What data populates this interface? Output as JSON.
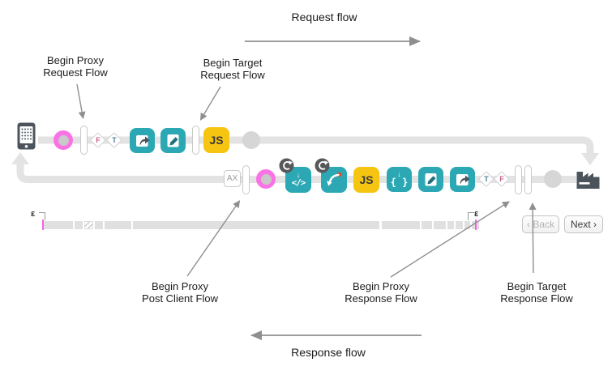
{
  "header": {
    "request_flow_label": "Request flow",
    "response_flow_label": "Response flow"
  },
  "annotations": {
    "proxy_request": {
      "line1": "Begin Proxy",
      "line2": "Request Flow"
    },
    "target_request": {
      "line1": "Begin Target",
      "line2": "Request Flow"
    },
    "post_client": {
      "line1": "Begin Proxy",
      "line2": "Post Client Flow"
    },
    "proxy_response": {
      "line1": "Begin Proxy",
      "line2": "Response Flow"
    },
    "target_response": {
      "line1": "Begin Target",
      "line2": "Response Flow"
    }
  },
  "nodes": {
    "js_label": "JS",
    "ax_label": "AX",
    "true_label": "T",
    "false_label": "F",
    "code_glyph": "</>",
    "braces_glyph": "{ }",
    "down_arrow_glyph": "↓",
    "request_row_sequence": [
      "client-device",
      "step-circle-pink",
      "flow-marker",
      "condition-false",
      "condition-true",
      "policy-callout",
      "policy-edit",
      "flow-marker",
      "policy-javascript",
      "step-circle-gray"
    ],
    "response_row_sequence": [
      "analytics-step",
      "flow-marker",
      "step-circle-pink",
      "policy-extract-xml",
      "policy-route",
      "policy-javascript",
      "policy-extract-json",
      "policy-edit",
      "policy-callout",
      "condition-true",
      "condition-false",
      "flow-marker",
      "flow-marker",
      "step-circle-gray",
      "backend-target"
    ]
  },
  "timeline": {
    "epsilon_left": "ε",
    "epsilon_right": "ε"
  },
  "pager": {
    "back_label": "‹ Back",
    "next_label": "Next ›"
  },
  "colors": {
    "teal": "#2ca8b5",
    "yellow": "#f5c511",
    "pink": "#f973e4",
    "slate": "#4b545c",
    "track": "#e3e3e3",
    "nodegray": "#d6d6d6",
    "badge": "#57585a",
    "seg": "#e0e0e0",
    "tick": "#f761e3",
    "t_letter": "#4a7f97",
    "f_letter": "#c4608c",
    "red": "#e2452e",
    "anno": "#8f8f8f"
  }
}
